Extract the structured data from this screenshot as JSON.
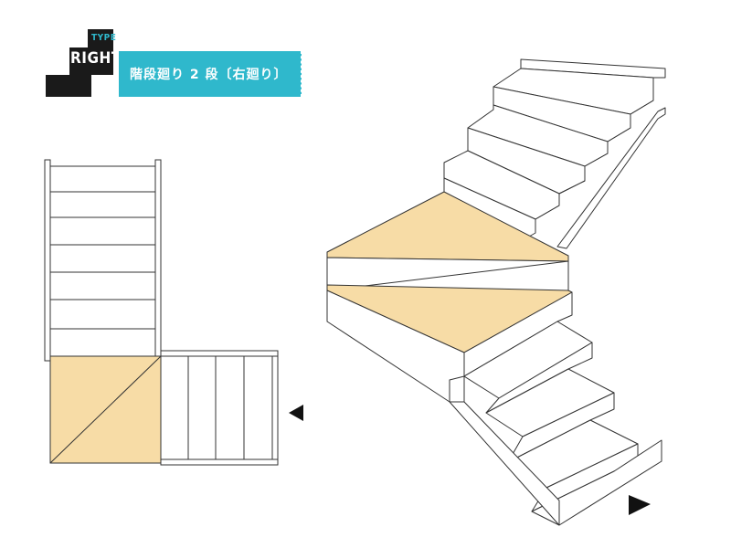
{
  "header": {
    "badge_type": "TYPE",
    "badge_right": "RIGHT",
    "title": "階段廻り 2 段〔右廻り〕"
  },
  "colors": {
    "accent": "#2fb8cc",
    "badge": "#1a1a1a",
    "tread_highlight": "#f7dca6",
    "line": "#333333"
  },
  "icons": {
    "plan_arrow": "triangle-left-icon",
    "iso_arrow": "triangle-down-right-icon"
  }
}
